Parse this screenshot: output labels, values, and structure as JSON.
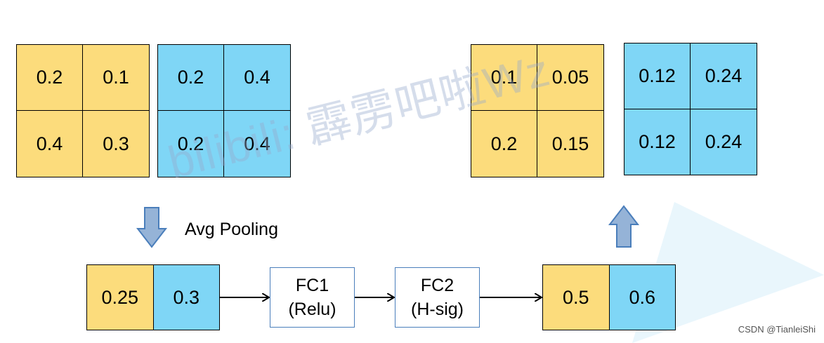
{
  "input": {
    "channel_1": [
      "0.2",
      "0.1",
      "0.4",
      "0.3"
    ],
    "channel_2": [
      "0.2",
      "0.4",
      "0.2",
      "0.4"
    ]
  },
  "pooling_label": "Avg Pooling",
  "pooled": [
    "0.25",
    "0.3"
  ],
  "fc1": {
    "name": "FC1",
    "activation": "(Relu)"
  },
  "fc2": {
    "name": "FC2",
    "activation": "(H-sig)"
  },
  "weights": [
    "0.5",
    "0.6"
  ],
  "output": {
    "channel_1": [
      "0.1",
      "0.05",
      "0.2",
      "0.15"
    ],
    "channel_2": [
      "0.12",
      "0.24",
      "0.12",
      "0.24"
    ]
  },
  "watermark": "bilibili: 霹雳吧啦Wz",
  "credit": "CSDN @TianleiShi",
  "colors": {
    "channel_1": "#fcdc7c",
    "channel_2": "#7fd6f6",
    "arrow_fill": "#95b3d7",
    "arrow_stroke": "#4a7ebb",
    "box_border": "#4a7ebb"
  }
}
